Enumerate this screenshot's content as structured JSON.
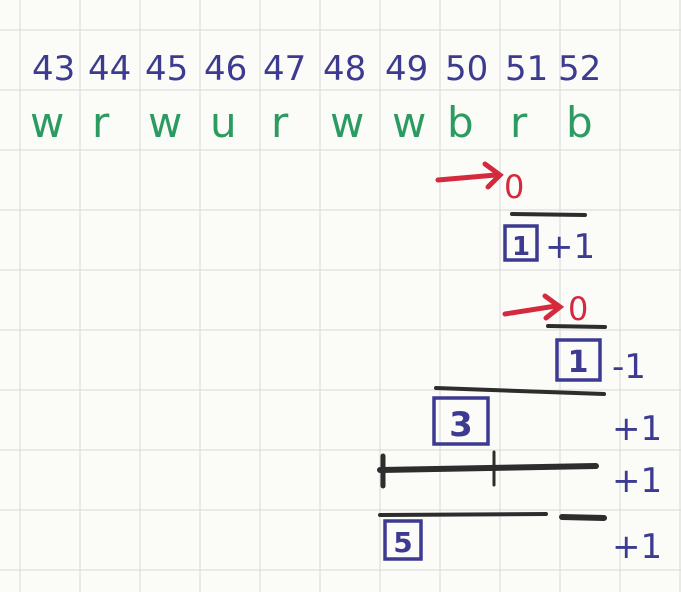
{
  "numbers": [
    "43",
    "44",
    "45",
    "46",
    "47",
    "48",
    "49",
    "50",
    "51",
    "52"
  ],
  "letters": [
    "w",
    "r",
    "w",
    "u",
    "r",
    "w",
    "w",
    "b",
    "r",
    "b"
  ],
  "zero_marks": [
    "0",
    "0"
  ],
  "boxed_values": [
    "1",
    "1",
    "3",
    "5"
  ],
  "side_notes": [
    "+1",
    "-1",
    "+1",
    "+1",
    "+1"
  ],
  "colors": {
    "paper": "#fbfbf8",
    "grid": "#d7d9d6",
    "numbers_ink": "#3d3b8f",
    "letters_ink": "#2c9b62",
    "arrow_ink": "#d42a3d",
    "line_ink": "#2d2d2d",
    "box_ink": "#3c3a91"
  }
}
